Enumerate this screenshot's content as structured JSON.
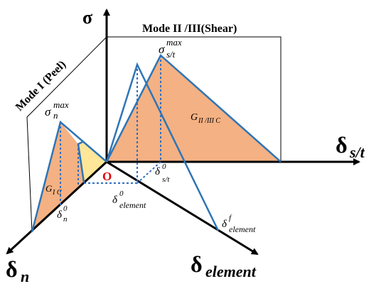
{
  "labels": {
    "sigma_axis": "σ",
    "mode_shear": "Mode II /III(Shear)",
    "mode_peel": "Mode I (Peel)",
    "origin": "O",
    "sigma_st_max": {
      "base": "σ",
      "sup": "max",
      "sub": "s/t"
    },
    "sigma_n_max": {
      "base": "σ",
      "sup": "max",
      "sub": "n"
    },
    "g_shear": {
      "base": "G",
      "sub": "II /III C"
    },
    "g_peel": {
      "base": "G",
      "sub": "I C"
    },
    "delta_n_0": {
      "base": "δ",
      "sup": "0",
      "sub": "n"
    },
    "delta_st_0": {
      "base": "δ",
      "sup": "0",
      "sub": "s/t"
    },
    "delta_el_0": {
      "base": "δ",
      "sup": "0",
      "sub": "element"
    },
    "delta_el_f": {
      "base": "δ",
      "sup": "f",
      "sub": "element"
    },
    "axis_st": {
      "base": "δ",
      "sub": "s/t"
    },
    "axis_n": {
      "base": "δ",
      "sub": "n"
    },
    "axis_el": {
      "base": "δ",
      "sub": "element"
    }
  },
  "colors": {
    "fill_orange": "#F4B183",
    "fill_yellow": "#FFE699",
    "blue": "#2E75B6",
    "dot_blue": "#2F6EC0",
    "origin_red": "#E00000",
    "black": "#000000"
  }
}
